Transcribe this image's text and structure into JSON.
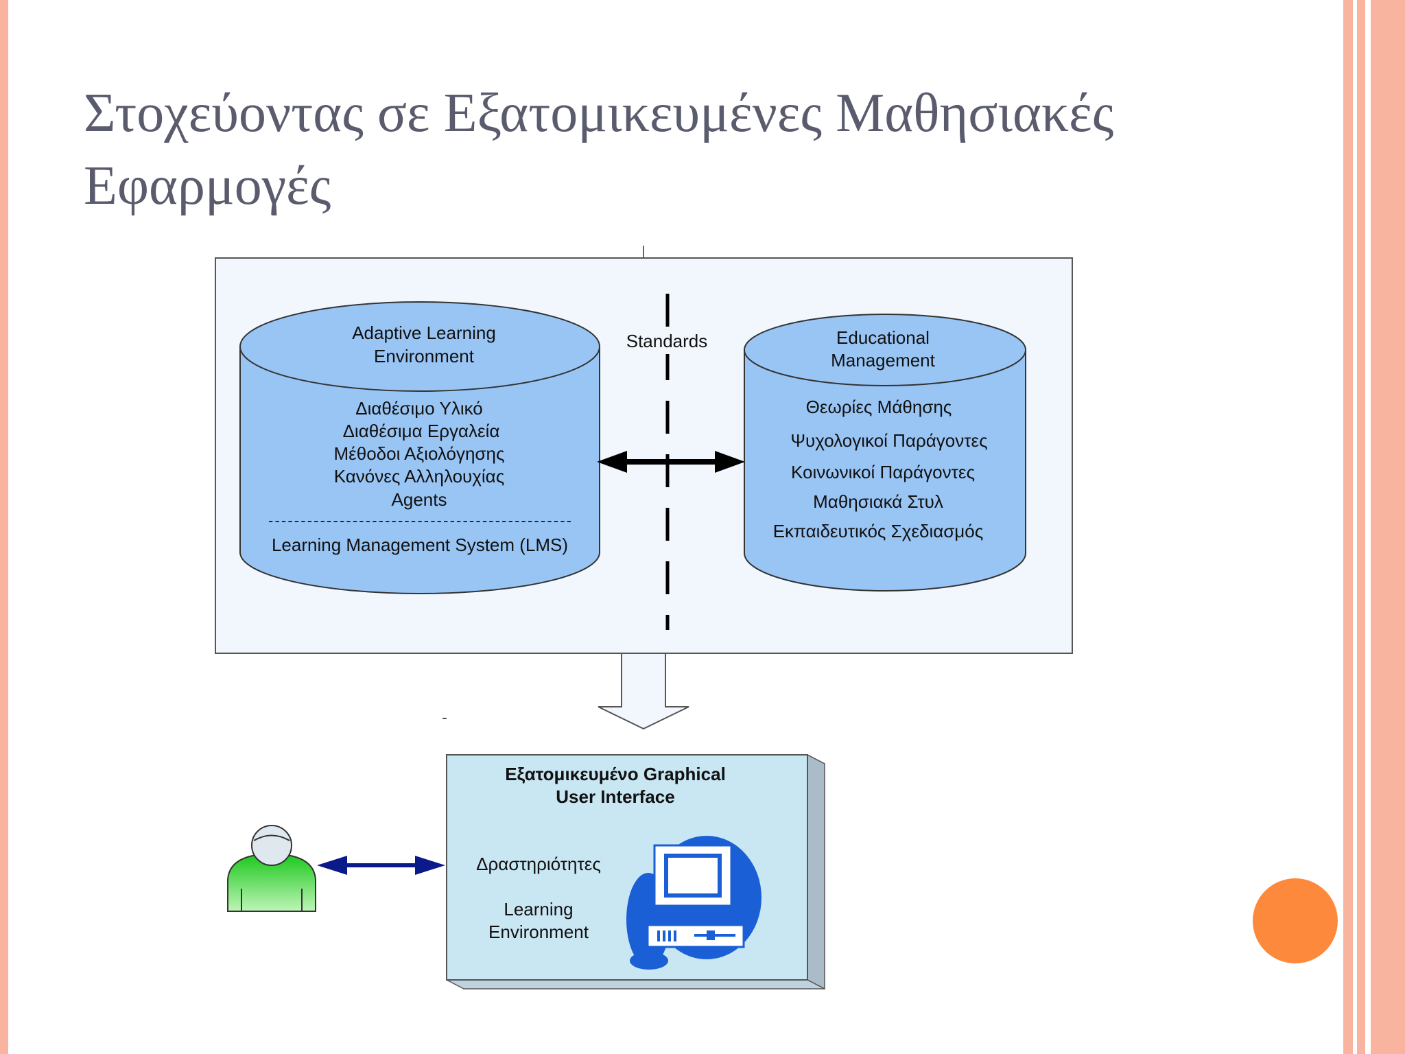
{
  "slide": {
    "title_line1": "Στοχεύοντας σε Εξατομικευμένες  Μαθησιακές",
    "title_line2": "Εφαρμογές"
  },
  "diagram": {
    "left_cylinder": {
      "header": [
        "Adaptive Learning",
        "Environment"
      ],
      "items": [
        "Διαθέσιμο Υλικό",
        "Διαθέσιμα Εργαλεία",
        "Μέθοδοι Αξιολόγησης",
        "Κανόνες Αλληλουχίας",
        "Agents"
      ],
      "separator": "-----------------------------------------------",
      "footer": "Learning Management System (LMS)"
    },
    "divider_label": "Standards",
    "right_cylinder": {
      "header": [
        "Educational",
        "Management"
      ],
      "items": [
        "Θεωρίες Μάθησης",
        "Ψυχολογικοί Παράγοντες",
        "Κοινωνικοί Παράγοντες",
        "Μαθησιακά Στυλ",
        "Εκπαιδευτικός Σχεδιασμός"
      ]
    },
    "gui_box": {
      "title": [
        "Εξατομικευμένο Graphical",
        "User Interface"
      ],
      "activities": "Δραστηριότητες",
      "env": [
        "Learning",
        "Environment"
      ]
    }
  },
  "colors": {
    "title_text": "#5a5c6e",
    "panel_bg": "#f1f7fd",
    "cylinder_fill": "#99c5f5",
    "gui_box_fill": "#c9e6f3",
    "computer_icon": "#1a5fd6",
    "user_icon_body": "#44d93c",
    "accent_circle": "#fd8a3c",
    "border_stripe": "#f9b4a0"
  }
}
